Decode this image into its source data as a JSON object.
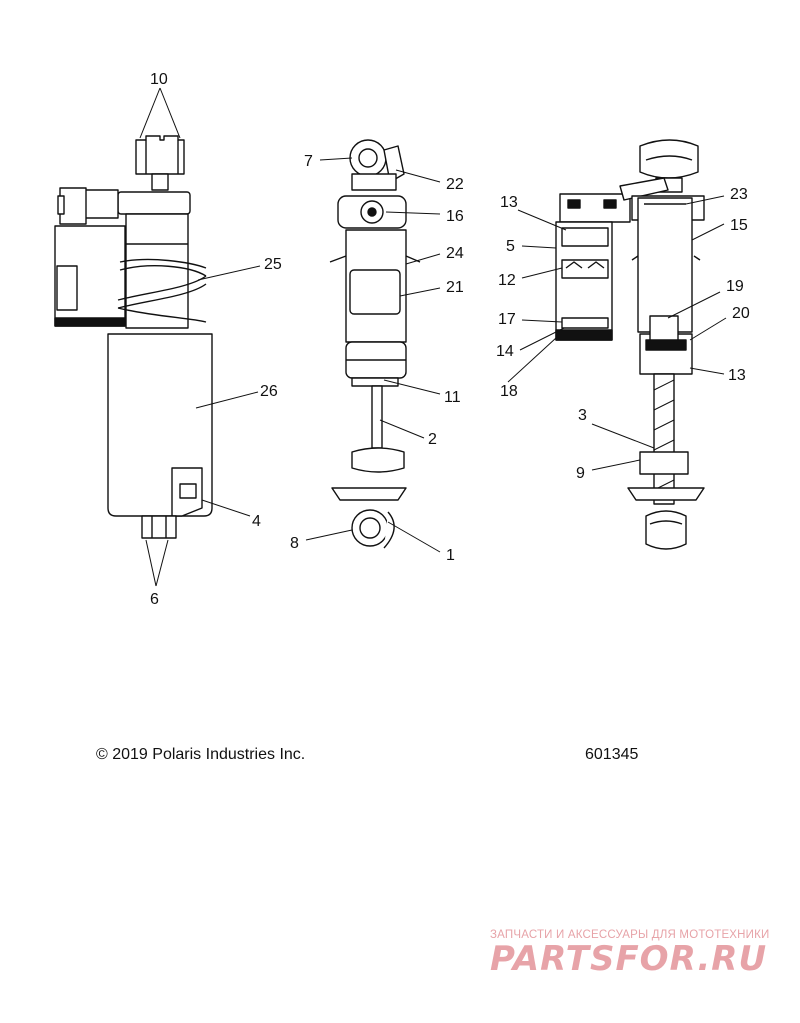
{
  "callouts": [
    "10",
    "25",
    "26",
    "4",
    "6",
    "7",
    "22",
    "16",
    "24",
    "21",
    "11",
    "2",
    "8",
    "1",
    "13",
    "23",
    "15",
    "5",
    "12",
    "19",
    "17",
    "20",
    "14",
    "13",
    "18",
    "3",
    "9"
  ],
  "footer": {
    "copyright": "© 2019 Polaris Industries Inc.",
    "drawing_number": "601345"
  },
  "watermark": {
    "tagline": "ЗАПЧАСТИ И АКСЕССУАРЫ ДЛЯ МОТОТЕХНИКИ",
    "logo": "PARTSFOR.RU",
    "color": "#e7a3a8"
  },
  "colors": {
    "line": "#111111",
    "background": "#ffffff"
  }
}
